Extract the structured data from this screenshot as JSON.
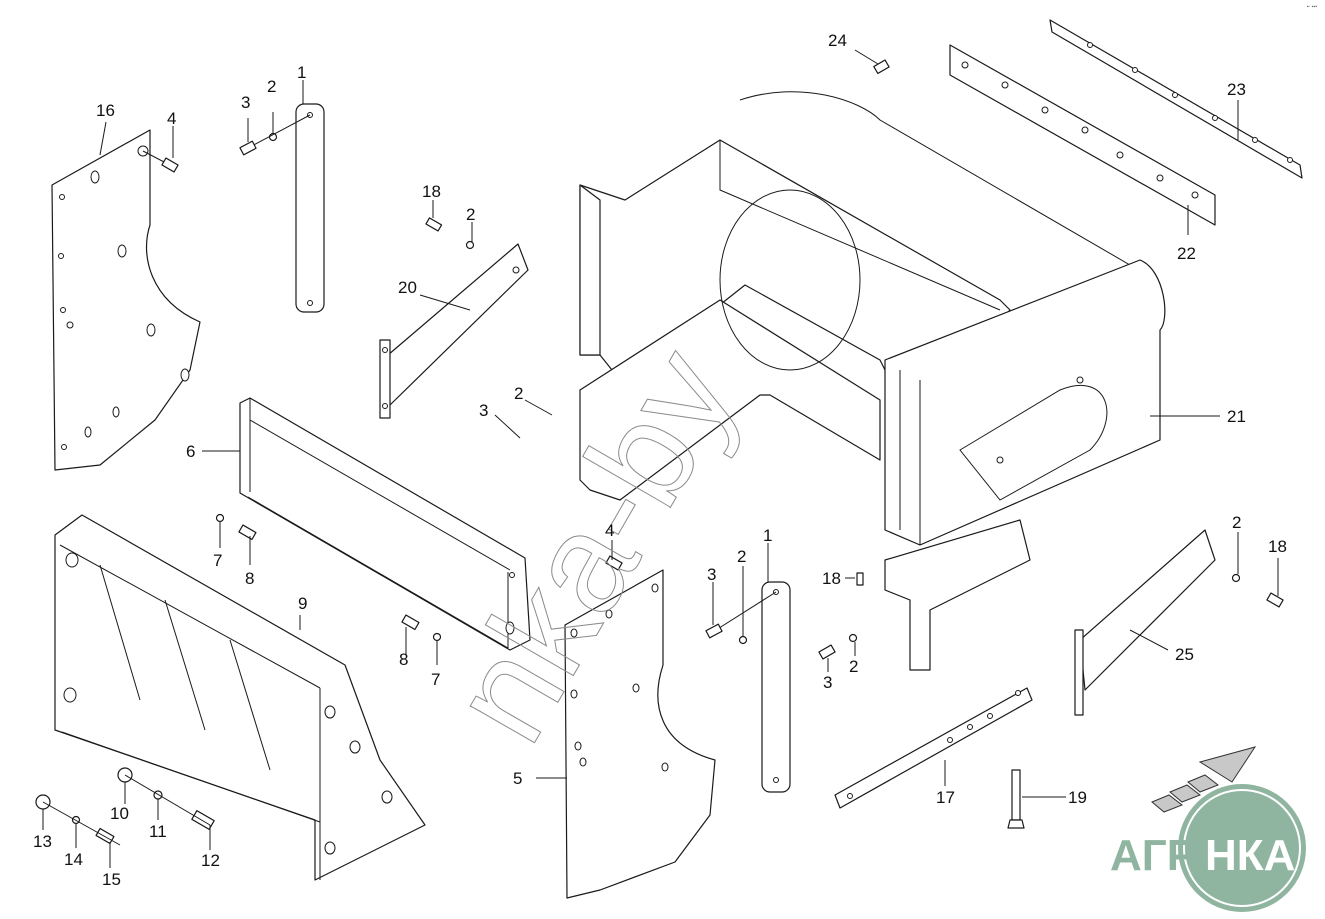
{
  "diagram": {
    "type": "exploded-parts-drawing",
    "corner_mark": "▪▫ ▪▪▪",
    "watermark": "nka-by",
    "logo": {
      "text_left": "АГРО",
      "text_right": "НКА",
      "color": "#8fb5a0",
      "arrow_color": "#b0b0b0"
    },
    "callouts": [
      {
        "id": "c1a",
        "label": "1"
      },
      {
        "id": "c2a",
        "label": "2"
      },
      {
        "id": "c3a",
        "label": "3"
      },
      {
        "id": "c16",
        "label": "16"
      },
      {
        "id": "c4a",
        "label": "4"
      },
      {
        "id": "c18a",
        "label": "18"
      },
      {
        "id": "c2b",
        "label": "2"
      },
      {
        "id": "c20",
        "label": "20"
      },
      {
        "id": "c2c",
        "label": "2"
      },
      {
        "id": "c3b",
        "label": "3"
      },
      {
        "id": "c6",
        "label": "6"
      },
      {
        "id": "c7a",
        "label": "7"
      },
      {
        "id": "c8a",
        "label": "8"
      },
      {
        "id": "c9",
        "label": "9"
      },
      {
        "id": "c4b",
        "label": "4"
      },
      {
        "id": "c8b",
        "label": "8"
      },
      {
        "id": "c7b",
        "label": "7"
      },
      {
        "id": "c13",
        "label": "13"
      },
      {
        "id": "c14",
        "label": "14"
      },
      {
        "id": "c15",
        "label": "15"
      },
      {
        "id": "c10",
        "label": "10"
      },
      {
        "id": "c11",
        "label": "11"
      },
      {
        "id": "c12",
        "label": "12"
      },
      {
        "id": "c5",
        "label": "5"
      },
      {
        "id": "c3c",
        "label": "3"
      },
      {
        "id": "c2d",
        "label": "2"
      },
      {
        "id": "c1b",
        "label": "1"
      },
      {
        "id": "c24",
        "label": "24"
      },
      {
        "id": "c23",
        "label": "23"
      },
      {
        "id": "c22",
        "label": "22"
      },
      {
        "id": "c21",
        "label": "21"
      },
      {
        "id": "c18b",
        "label": "18"
      },
      {
        "id": "c3d",
        "label": "3"
      },
      {
        "id": "c2e",
        "label": "2"
      },
      {
        "id": "c2f",
        "label": "2"
      },
      {
        "id": "c18c",
        "label": "18"
      },
      {
        "id": "c25",
        "label": "25"
      },
      {
        "id": "c17",
        "label": "17"
      },
      {
        "id": "c19",
        "label": "19"
      }
    ]
  }
}
